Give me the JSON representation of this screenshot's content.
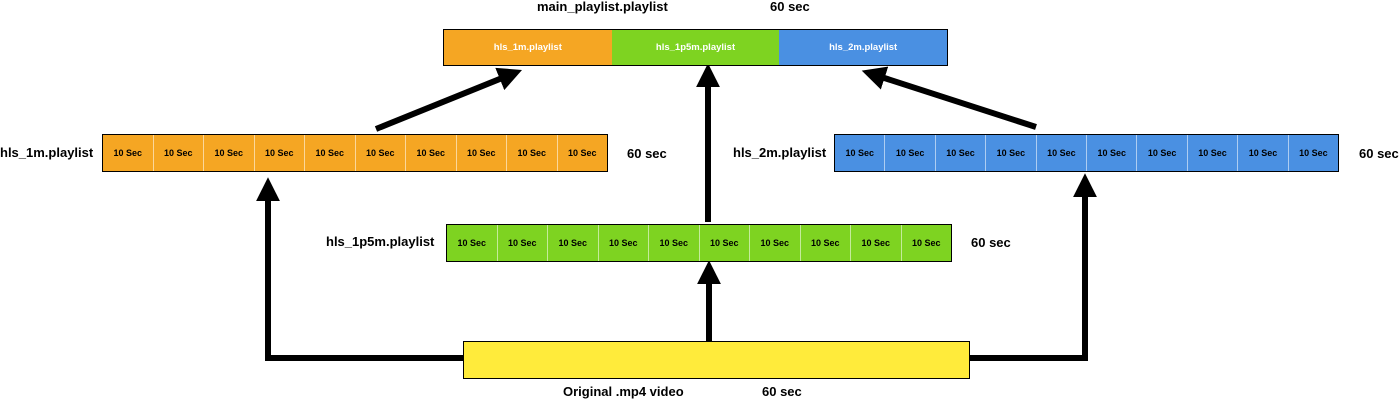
{
  "colors": {
    "orange": "#f5a623",
    "green": "#7ed321",
    "blue": "#4a90e2",
    "yellow": "#ffeb3b",
    "arrow": "#000000"
  },
  "main_playlist": {
    "label": "main_playlist.playlist",
    "duration": "60 sec",
    "segments": [
      "hls_1m.playlist",
      "hls_1p5m.playlist",
      "hls_2m.playlist"
    ]
  },
  "hls_1m": {
    "label": "hls_1m.playlist",
    "duration": "60 sec",
    "segments": [
      "10 Sec",
      "10 Sec",
      "10 Sec",
      "10 Sec",
      "10 Sec",
      "10 Sec",
      "10 Sec",
      "10 Sec",
      "10 Sec",
      "10 Sec"
    ]
  },
  "hls_2m": {
    "label": "hls_2m.playlist",
    "duration": "60 sec",
    "segments": [
      "10 Sec",
      "10 Sec",
      "10 Sec",
      "10 Sec",
      "10 Sec",
      "10 Sec",
      "10 Sec",
      "10 Sec",
      "10 Sec",
      "10 Sec"
    ]
  },
  "hls_1p5m": {
    "label": "hls_1p5m.playlist",
    "duration": "60 sec",
    "segments": [
      "10 Sec",
      "10 Sec",
      "10 Sec",
      "10 Sec",
      "10 Sec",
      "10 Sec",
      "10 Sec",
      "10 Sec",
      "10 Sec",
      "10 Sec"
    ]
  },
  "source": {
    "label": "Original .mp4 video",
    "duration": "60 sec"
  }
}
